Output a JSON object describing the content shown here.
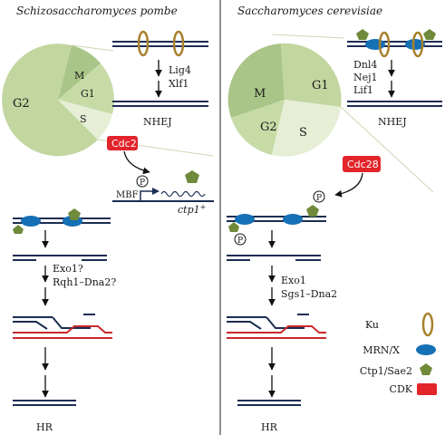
{
  "titles": {
    "left": "Schizosaccharomyces pombe",
    "right": "Saccharomyces cerevisiae"
  },
  "left": {
    "phases": {
      "g2": "G2",
      "m": "M",
      "g1": "G1",
      "s": "S"
    },
    "nhej_factors": [
      "Lig4",
      "Xlf1"
    ],
    "nhej_label": "NHEJ",
    "cdk": "Cdc2",
    "mbf": "MBF",
    "gene": "ctp1",
    "gene_sup": "+",
    "resection": [
      "Exo1?",
      "Rqh1–Dna2?"
    ],
    "hr_label": "HR"
  },
  "right": {
    "phases": {
      "m": "M",
      "g1": "G1",
      "g2": "G2",
      "s": "S"
    },
    "nhej_factors": [
      "Dnl4",
      "Nej1",
      "Lif1"
    ],
    "nhej_label": "NHEJ",
    "cdk": "Cdc28",
    "resection": [
      "Exo1",
      "Sgs1–Dna2"
    ],
    "hr_label": "HR"
  },
  "phospho": "P",
  "legend": [
    {
      "label": "Ku",
      "icon": "ring",
      "color": "#a8812c"
    },
    {
      "label": "MRN/X",
      "icon": "ellipse",
      "color": "#1670b6"
    },
    {
      "label": "Ctp1/Sae2",
      "icon": "pentagon",
      "color": "#6f8a3a"
    },
    {
      "label": "CDK",
      "icon": "rounded-rect",
      "color": "#e2242b"
    }
  ],
  "colors": {
    "dna": "#1c2d52",
    "dna_red": "#c8292c",
    "pie_light": "#d6e4bc",
    "pie_mid": "#c2d6a0",
    "pie_dark": "#a9c587",
    "pie_lightest": "#e6efd6"
  }
}
